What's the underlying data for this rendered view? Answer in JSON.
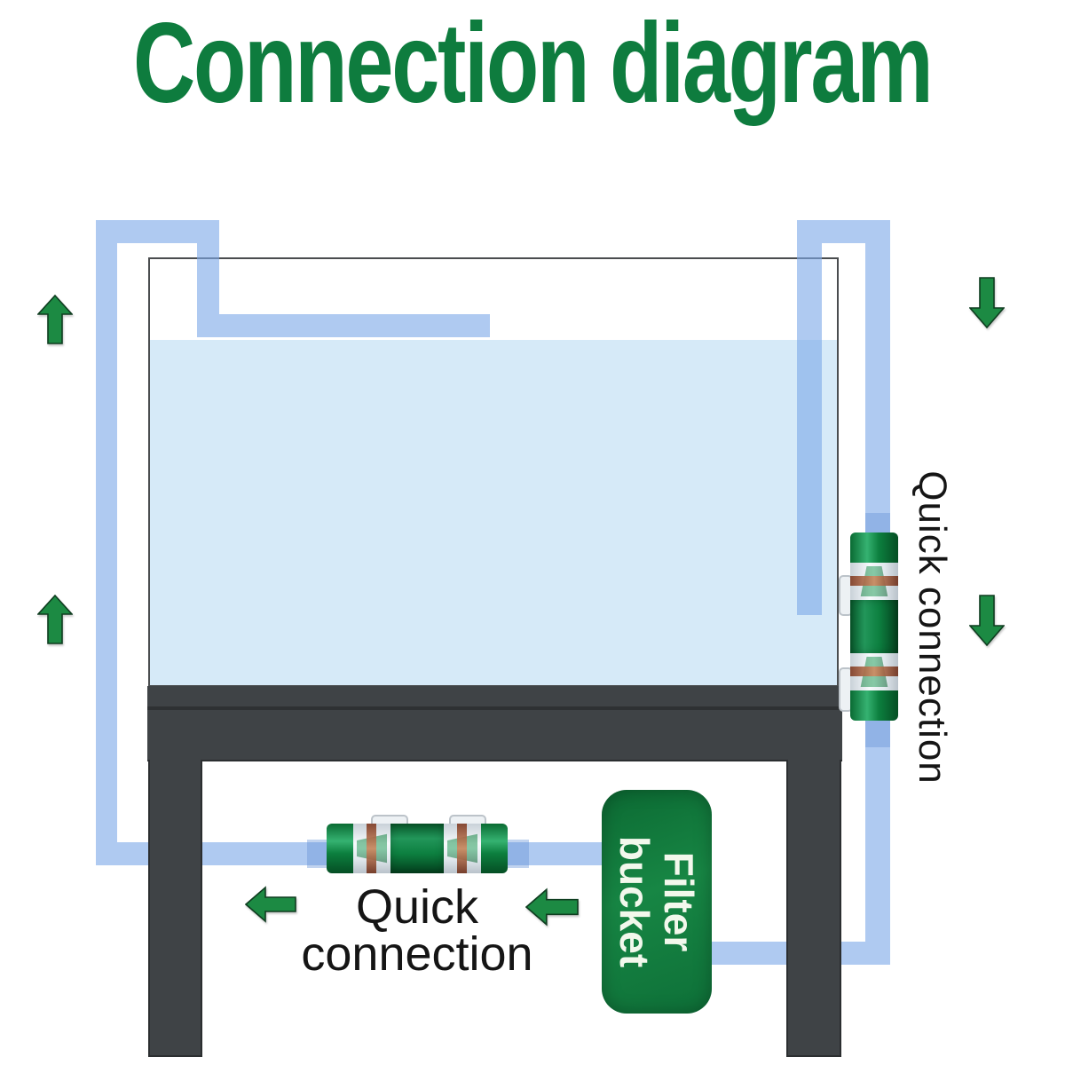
{
  "title": {
    "text": "Connection diagram",
    "color": "#0E7C3E"
  },
  "labels": {
    "right_valve": "Quick connection",
    "bottom_valve": {
      "line1": "Quick",
      "line2": "connection"
    },
    "filter_bucket": {
      "line1": "Filter",
      "line2": "bucket"
    }
  },
  "components": {
    "tank": {
      "description": "aquarium tank with water",
      "water_color": "#D6EAF8",
      "outline_color": "#4A4D4F"
    },
    "stand": {
      "description": "dark tank stand with two legs",
      "color": "#3F4346"
    },
    "pipes": {
      "description": "hose loop from tank to filter bucket",
      "color": "#A9CBF1"
    },
    "valves": {
      "count": 2,
      "green": "#0E8A46",
      "copper": "#9C4A2E",
      "clear": "#EDF2F5"
    },
    "filter_bucket": {
      "fill": "#14803F",
      "text_color": "#F2F8EC"
    },
    "arrows": {
      "fill": "#1C8A43",
      "outline": "#0F3D20",
      "up_count": 2,
      "down_count": 2,
      "left_count": 2
    }
  }
}
